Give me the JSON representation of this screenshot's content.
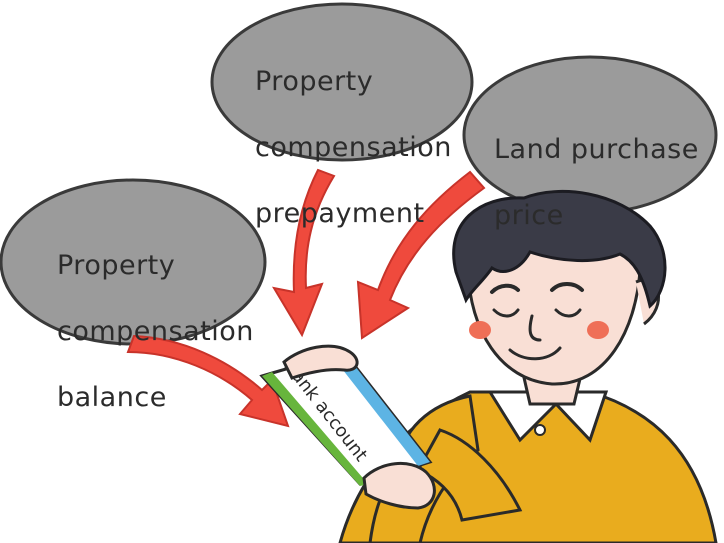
{
  "bubbles": {
    "prepayment": {
      "line1": "Property",
      "line2": "compensation",
      "line3": "prepayment"
    },
    "land": {
      "line1": "Land purchase",
      "line2": "price"
    },
    "balance": {
      "line1": "Property",
      "line2": "compensation",
      "line3": "balance"
    }
  },
  "passbook": {
    "label": "Bank account"
  },
  "colors": {
    "bubble_fill": "#9b9b9b",
    "bubble_stroke": "#3a3a3a",
    "arrow_red": "#ef4a3d",
    "sweater": "#e9ac1e",
    "skin": "#f9dfd5",
    "hair": "#3a3b47",
    "cheek": "#ef6f57",
    "passbook_blue": "#5db4e4",
    "passbook_green": "#67b53c"
  }
}
